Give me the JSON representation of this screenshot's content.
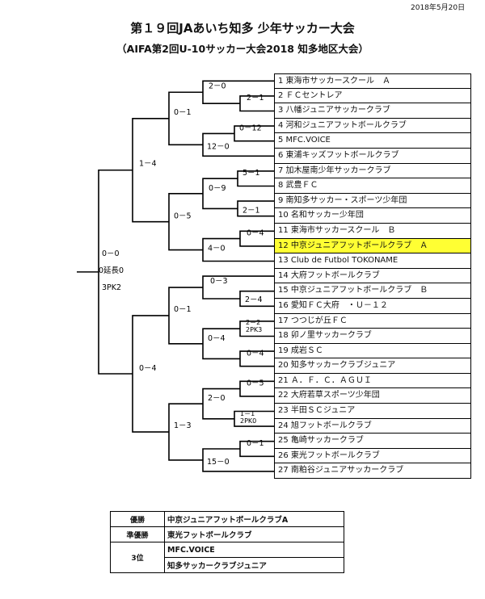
{
  "header": {
    "date": "2018年5月20日",
    "title": "第１９回JAあいち知多 少年サッカー大会",
    "subtitle": "（AIFA第2回U-10サッカー大会2018 知多地区大会）"
  },
  "teams": [
    "1 東海市サッカースクール　Ａ",
    "2 ＦＣセントレア",
    "3 八幡ジュニアサッカークラブ",
    "4 河和ジュニアフットボールクラブ",
    "5 MFC.VOICE",
    "6 東浦キッズフットボールクラブ",
    "7 加木屋南少年サッカークラブ",
    "8 武豊ＦＣ",
    "9 南知多サッカー・スポーツ少年団",
    "10 名和サッカー少年団",
    "11 東海市サッカースクール　Ｂ",
    "12 中京ジュニアフットボールクラブ　Ａ",
    "13 Club de Futbol TOKONAME",
    "14 大府フットボールクラブ",
    "15 中京ジュニアフットボールクラブ　Ｂ",
    "16 愛知ＦＣ大府　・Ｕ－１２",
    "17 つつじが丘ＦＣ",
    "18 卯ノ里サッカークラブ",
    "19 成岩ＳＣ",
    "20 知多サッカークラブジュニア",
    "21 Ａ．Ｆ．Ｃ．ＡＧＵＩ",
    "22 大府若草スポーツ少年団",
    "23 半田ＳＣジュニア",
    "24 旭フットボールクラブ",
    "25 亀崎サッカークラブ",
    "26 東光フットボールクラブ",
    "27 南粕谷ジュニアサッカークラブ"
  ],
  "highlight_team_index": 11,
  "scores": {
    "s2_3": "2－1",
    "s1_23": "2－0",
    "s4_5": "0－12",
    "s45_6": "12－0",
    "s_left_top": "0－1",
    "s7_8": "5－1",
    "s9_10": "2－1",
    "s78_910": "0－9",
    "s11_12": "0－4",
    "s1112_13": "4－0",
    "s_mid_top": "0－5",
    "s_upper": "1－4",
    "final_a": "0－0",
    "final_b": "0延長0",
    "final_c": "3PK2",
    "s15_16": "2－4",
    "s14_1516": "0－3",
    "s17_18_a": "2－2",
    "s17_18_b": "2PK3",
    "s19_20": "0－4",
    "s1718_1920": "0－4",
    "s_left_bot": "0－1",
    "s21_22": "0－5",
    "s23_24_a": "1－1",
    "s23_24_b": "2PK0",
    "s2122_2324": "2－0",
    "s25_26": "0－1",
    "s2526_27": "15－0",
    "s_bot_mid": "1－3",
    "s_lower": "0－4"
  },
  "results": [
    {
      "label": "優勝",
      "values": [
        "中京ジュニアフットボールクラブA"
      ]
    },
    {
      "label": "準優勝",
      "values": [
        "東光フットボールクラブ"
      ]
    },
    {
      "label": "3位",
      "values": [
        "MFC.VOICE",
        "知多サッカークラブジュニア"
      ]
    }
  ]
}
